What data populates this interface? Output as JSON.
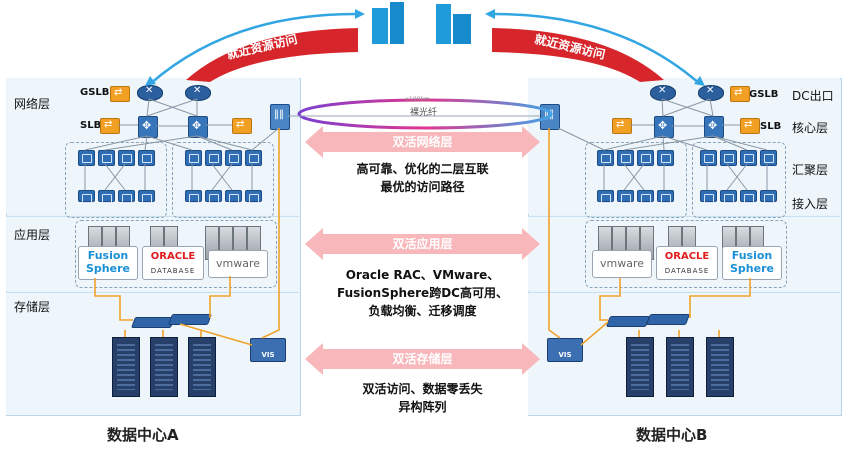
{
  "datacenter_a": {
    "title": "数据中心A",
    "layers": {
      "network": "网络层",
      "application": "应用层",
      "storage": "存储层"
    },
    "devices": {
      "gslb": "GSLB",
      "slb": "SLB",
      "vis": "VIS"
    },
    "logos": {
      "fusion_line1": "Fusion",
      "fusion_line2": "Sphere",
      "oracle": "ORACLE",
      "oracle_sub": "DATABASE",
      "vmware": "vmware"
    }
  },
  "datacenter_b": {
    "title": "数据中心B",
    "labels": {
      "dc_exit": "DC出口",
      "core": "核心层",
      "aggregation": "汇聚层",
      "access": "接入层"
    },
    "devices": {
      "gslb": "GSLB",
      "slb": "SLB",
      "vis": "VIS"
    },
    "logos": {
      "vmware": "vmware",
      "oracle": "ORACLE",
      "oracle_sub": "DATABASE",
      "fusion_line1": "Fusion",
      "fusion_line2": "Sphere"
    }
  },
  "access": {
    "left_arrow": "就近资源访问",
    "right_arrow": "就近资源访问"
  },
  "fiber": {
    "label": "裸光纤",
    "distance": "<100km"
  },
  "bands": {
    "network": {
      "title": "双活网络层",
      "lines": [
        "高可靠、优化的二层互联",
        "最优的访问路径"
      ]
    },
    "application": {
      "title": "双活应用层",
      "lines": [
        "Oracle RAC、VMware、",
        "FusionSphere跨DC高可用、",
        "负载均衡、迁移调度"
      ]
    },
    "storage": {
      "title": "双活存储层",
      "lines": [
        "双活访问、数据零丢失",
        "异构阵列"
      ]
    }
  },
  "colors": {
    "band_pink": "#f7b7bb",
    "arrow_red": "#d7262b",
    "line_orange": "#f0a22b",
    "dc_bg": "#eaf4fb",
    "brand_blue": "#1e9bd8"
  }
}
